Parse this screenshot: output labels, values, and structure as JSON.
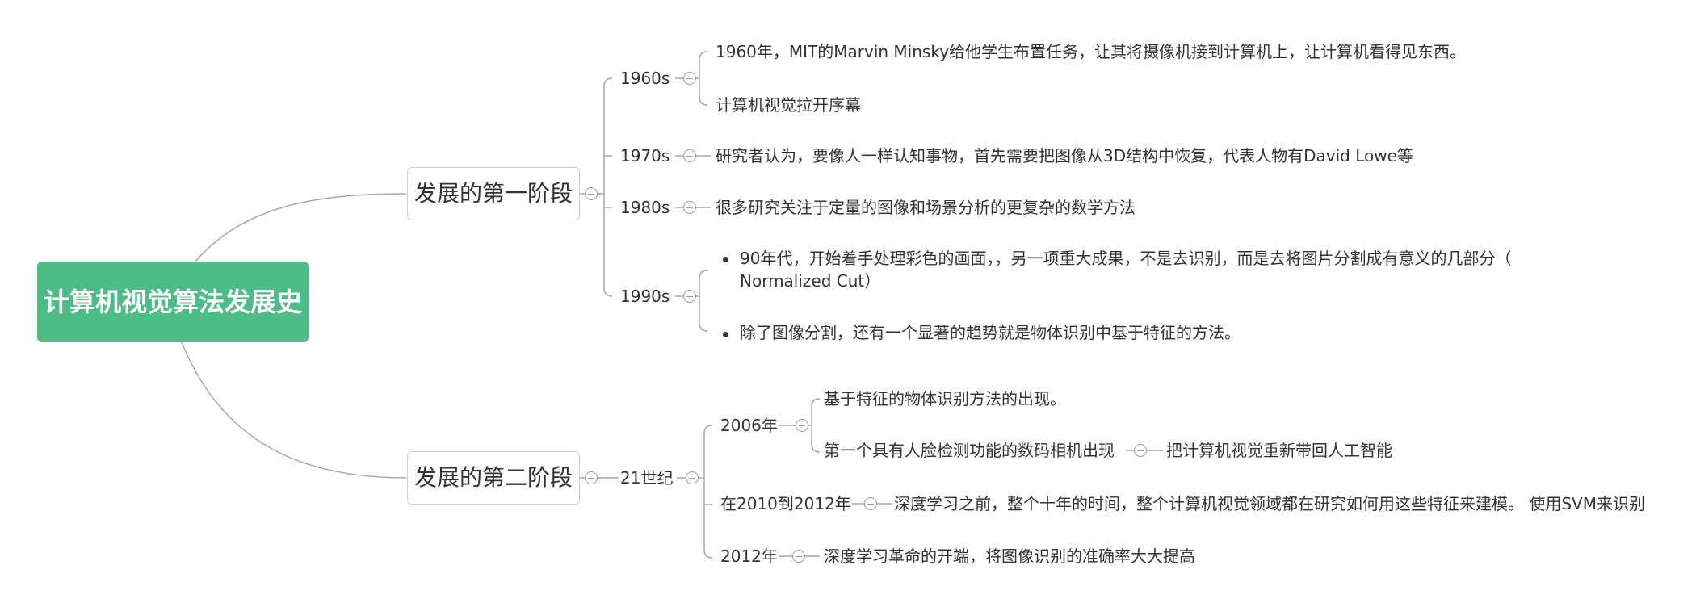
{
  "root": {
    "label": "计算机视觉算法发展史"
  },
  "stage1": {
    "label": "发展的第一阶段",
    "items": [
      {
        "label": "1960s",
        "children": [
          "1960年，MIT的Marvin Minsky给他学生布置任务，让其将摄像机接到计算机上，让计算机看得见东西。",
          "计算机视觉拉开序幕"
        ]
      },
      {
        "label": "1970s",
        "children": [
          "研究者认为，要像人一样认知事物，首先需要把图像从3D结构中恢复，代表人物有David Lowe等"
        ]
      },
      {
        "label": "1980s",
        "children": [
          "很多研究关注于定量的图像和场景分析的更复杂的数学方法"
        ]
      },
      {
        "label": "1990s",
        "children": [
          "90年代，开始着手处理彩色的画面，，另一项重大成果，不是去识别，而是去将图片分割成有意义的几部分（",
          "Normalized Cut）",
          "除了图像分割，还有一个显著的趋势就是物体识别中基于特征的方法。"
        ]
      }
    ]
  },
  "stage2": {
    "label": "发展的第二阶段",
    "century": "21世纪",
    "items": [
      {
        "label": "2006年",
        "children": [
          "基于特征的物体识别方法的出现。",
          "第一个具有人脸检测功能的数码相机出现",
          "把计算机视觉重新带回人工智能"
        ]
      },
      {
        "label": "在2010到2012年",
        "children": [
          "深度学习之前，整个十年的时间，整个计算机视觉领域都在研究如何用这些特征来建模。 使用SVM来识别"
        ]
      },
      {
        "label": "2012年",
        "children": [
          "深度学习革命的开端，将图像识别的准确率大大提高"
        ]
      }
    ]
  }
}
